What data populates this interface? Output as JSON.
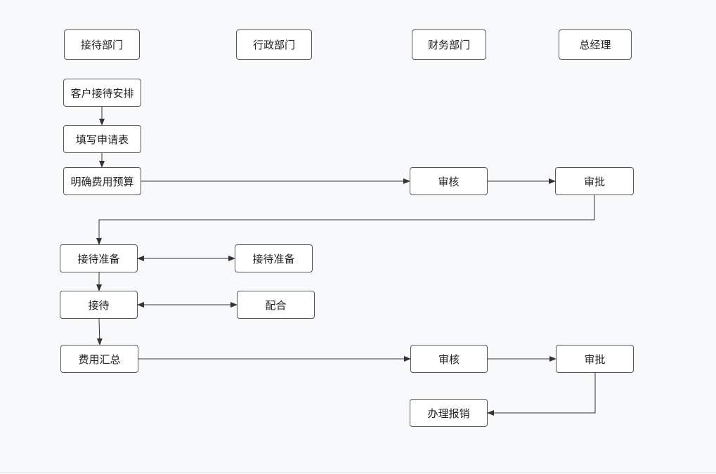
{
  "headers": {
    "reception": "接待部门",
    "admin": "行政部门",
    "finance": "财务部门",
    "gm": "总经理"
  },
  "nodes": {
    "arrange": "客户接待安排",
    "fill_form": "填写申请表",
    "budget": "明确费用预算",
    "review1": "审核",
    "approve1": "审批",
    "prep_reception": "接待准备",
    "prep_admin": "接待准备",
    "reception": "接待",
    "cooperate": "配合",
    "summary": "费用汇总",
    "review2": "审核",
    "approve2": "审批",
    "reimburse": "办理报销"
  }
}
